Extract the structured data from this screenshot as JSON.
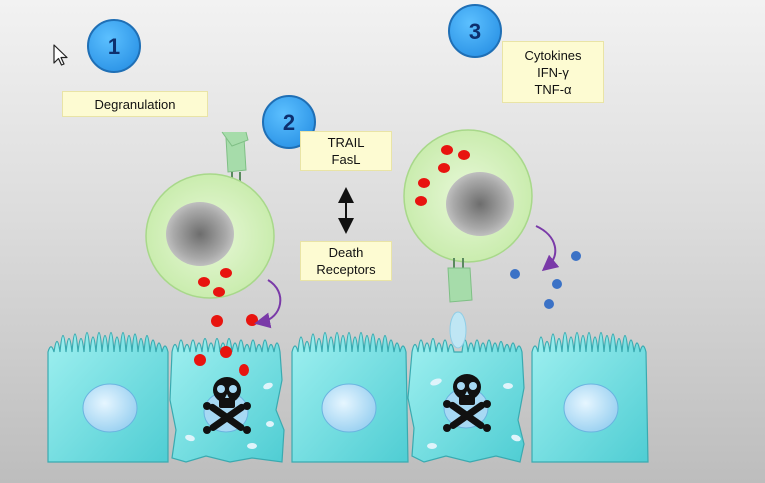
{
  "steps": [
    {
      "number": "1",
      "label_lines": [
        "Degranulation"
      ]
    },
    {
      "number": "2",
      "label_lines": [
        "TRAIL",
        "FasL"
      ],
      "receptor_lines": [
        "Death",
        "Receptors"
      ]
    },
    {
      "number": "3",
      "label_lines": [
        "Cytokines",
        "IFN-γ",
        "TNF-α"
      ]
    }
  ],
  "icons": {
    "cursor": "mouse-pointer-icon",
    "death": "skull-and-crossbones-icon",
    "arrow": "double-headed-arrow-icon"
  },
  "colors": {
    "step_circle": "#3aa6f2",
    "step_circle_border": "#1f6fb5",
    "label_box": "#fdfbd2",
    "immune_cell": "#d6f2bd",
    "epithelial_cell": "#7fe3e6",
    "granule": "#e8140f",
    "cytokine": "#3b72c6",
    "curved_arrow": "#7a3aa8"
  }
}
